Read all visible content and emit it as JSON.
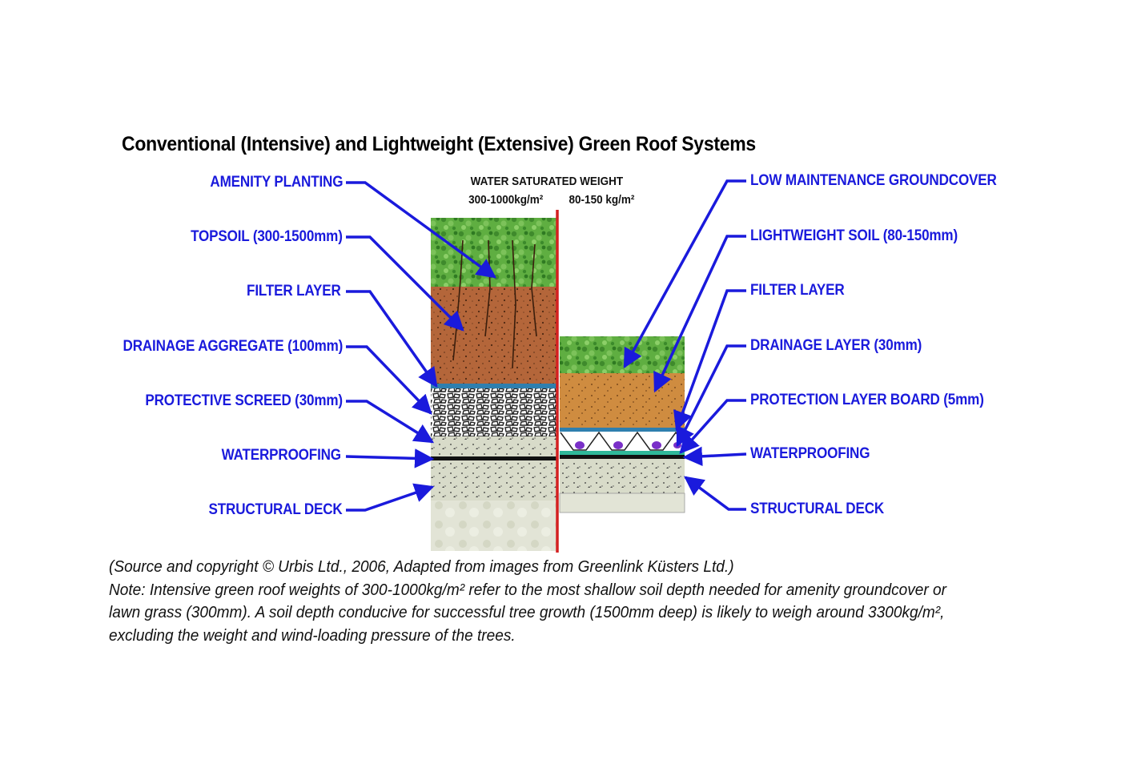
{
  "title": "Conventional (Intensive) and Lightweight (Extensive) Green Roof Systems",
  "weight": {
    "heading": "WATER SATURATED WEIGHT",
    "intensive": "300-1000kg/m²",
    "extensive": "80-150 kg/m²"
  },
  "intensive_labels": [
    "AMENITY PLANTING",
    "TOPSOIL (300-1500mm)",
    "FILTER LAYER",
    "DRAINAGE AGGREGATE (100mm)",
    "PROTECTIVE SCREED (30mm)",
    "WATERPROOFING",
    "STRUCTURAL DECK"
  ],
  "extensive_labels": [
    "LOW MAINTENANCE GROUNDCOVER",
    "LIGHTWEIGHT SOIL (80-150mm)",
    "FILTER LAYER",
    "DRAINAGE LAYER (30mm)",
    "PROTECTION LAYER BOARD (5mm)",
    "WATERPROOFING",
    "STRUCTURAL DECK"
  ],
  "caption": [
    "(Source and copyright © Urbis Ltd., 2006, Adapted from images from Greenlink Küsters Ltd.)",
    "Note: Intensive green roof weights of 300-1000kg/m² refer to the most shallow soil depth needed for amenity groundcover or",
    "lawn grass (300mm). A soil depth conducive for successful tree growth (1500mm deep) is likely to weigh around 3300kg/m²,",
    "excluding the weight and wind-loading pressure of the trees."
  ],
  "colors": {
    "label_blue": "#1a1adc",
    "divider_red": "#d42020",
    "foliage": "#5aa83c",
    "topsoil": "#b0643a",
    "lightweight_soil": "#c98a3e",
    "screed": "#d9dccb",
    "deck": "#dfe1d2"
  }
}
